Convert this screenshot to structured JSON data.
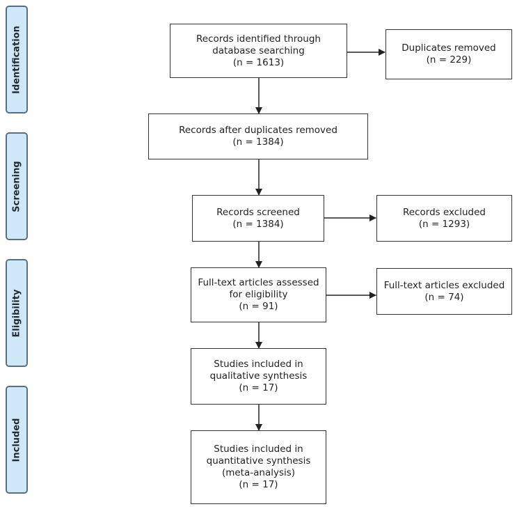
{
  "stages": [
    {
      "id": "identification",
      "label": "Identification"
    },
    {
      "id": "screening",
      "label": "Screening"
    },
    {
      "id": "eligibility",
      "label": "Eligibility"
    },
    {
      "id": "included",
      "label": "Included"
    }
  ],
  "boxes": {
    "identified": {
      "line1": "Records identified through",
      "line2": "database searching",
      "line3": "(n = 1613)"
    },
    "duplicates_removed": {
      "line1": "Duplicates removed",
      "line2": "(n = 229)"
    },
    "after_duplicates": {
      "line1": "Records after duplicates removed",
      "line2": "(n = 1384)"
    },
    "screened": {
      "line1": "Records screened",
      "line2": "(n = 1384)"
    },
    "excluded": {
      "line1": "Records excluded",
      "line2": "(n = 1293)"
    },
    "fulltext_assessed": {
      "line1": "Full-text articles assessed",
      "line2": "for eligibility",
      "line3": "(n = 91)"
    },
    "fulltext_excluded": {
      "line1": "Full-text articles excluded",
      "line2": "(n = 74)"
    },
    "qualitative": {
      "line1": "Studies included in",
      "line2": "qualitative synthesis",
      "line3": "(n = 17)"
    },
    "quantitative": {
      "line1": "Studies included in",
      "line2": "quantitative synthesis",
      "line3": "(meta-analysis)",
      "line4": "(n = 17)"
    }
  },
  "colors": {
    "stage_fill": "#cfe8f8",
    "stage_border": "#5a6f7e",
    "box_border": "#333333",
    "arrow": "#222222"
  }
}
